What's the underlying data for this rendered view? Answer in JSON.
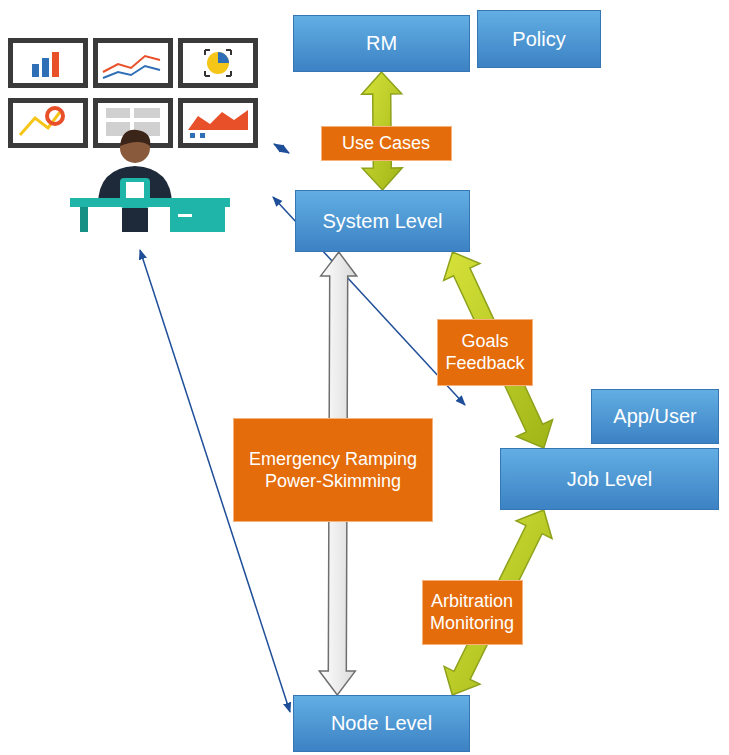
{
  "diagram": {
    "nodes": [
      {
        "text": [
          "RM"
        ]
      },
      {
        "text": [
          "Policy"
        ]
      },
      {
        "text": [
          "System Level"
        ]
      },
      {
        "text": [
          "Job Level"
        ]
      },
      {
        "text": [
          "App/User"
        ]
      },
      {
        "text": [
          "Node Level"
        ]
      }
    ],
    "edges": [
      {
        "from": 0,
        "to": 2,
        "arrow": "both",
        "label": "Use Cases"
      },
      {
        "from": 2,
        "to": 3,
        "arrow": "both",
        "label": "Goals Feedback"
      },
      {
        "from": 2,
        "to": 5,
        "arrow": "both",
        "label": "Emergency Ramping Power-Skimming"
      },
      {
        "from": 3,
        "to": 5,
        "arrow": "both",
        "label": "Arbitration Monitoring"
      }
    ]
  }
}
